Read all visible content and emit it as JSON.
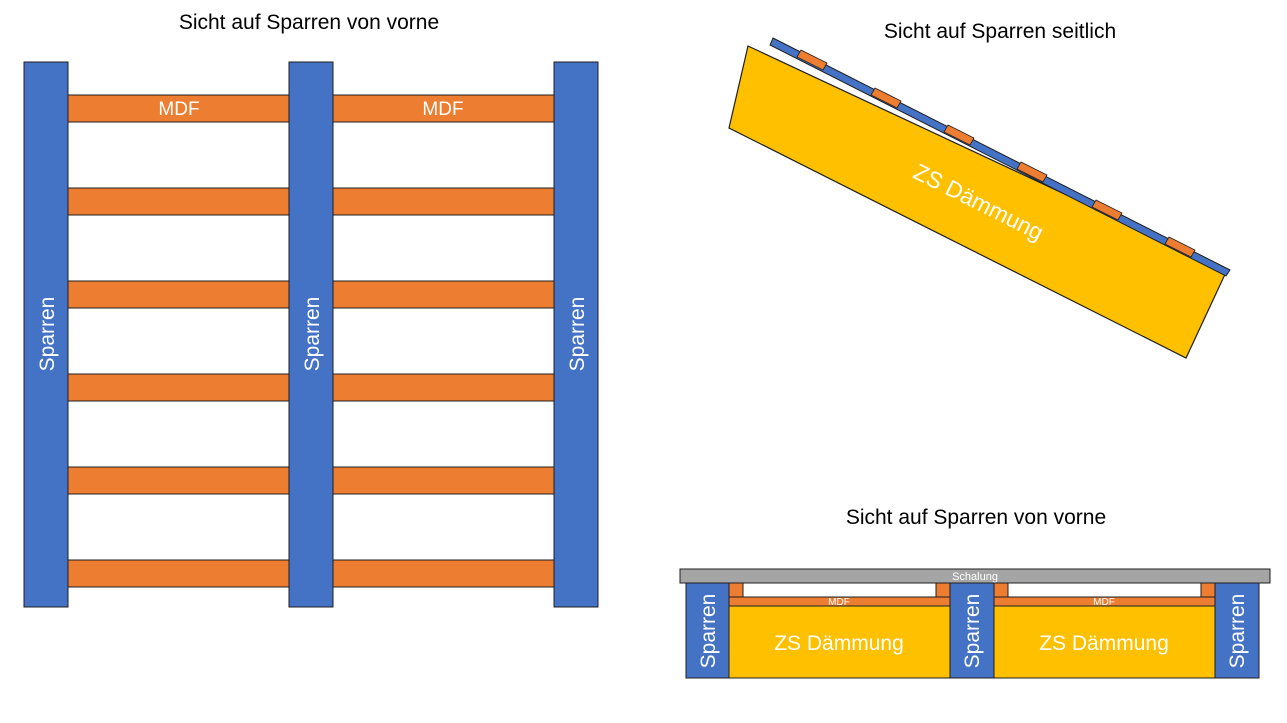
{
  "front_view": {
    "title": "Sicht auf Sparren von vorne",
    "rafter_label": "Sparren",
    "panel_label": "MDF"
  },
  "side_view": {
    "title": "Sicht auf Sparren seitlich",
    "insulation_label": "ZS Dämmung"
  },
  "section_view": {
    "title": "Sicht auf Sparren von vorne",
    "sheathing_label": "Schalung",
    "rafter_label": "Sparren",
    "panel_label": "MDF",
    "insulation_label": "ZS Dämmung"
  },
  "colors": {
    "rafter": "#4472C4",
    "panel": "#ED7D31",
    "insulation": "#FFC000",
    "sheathing": "#A5A5A5",
    "outline": "#1F1F1F"
  }
}
